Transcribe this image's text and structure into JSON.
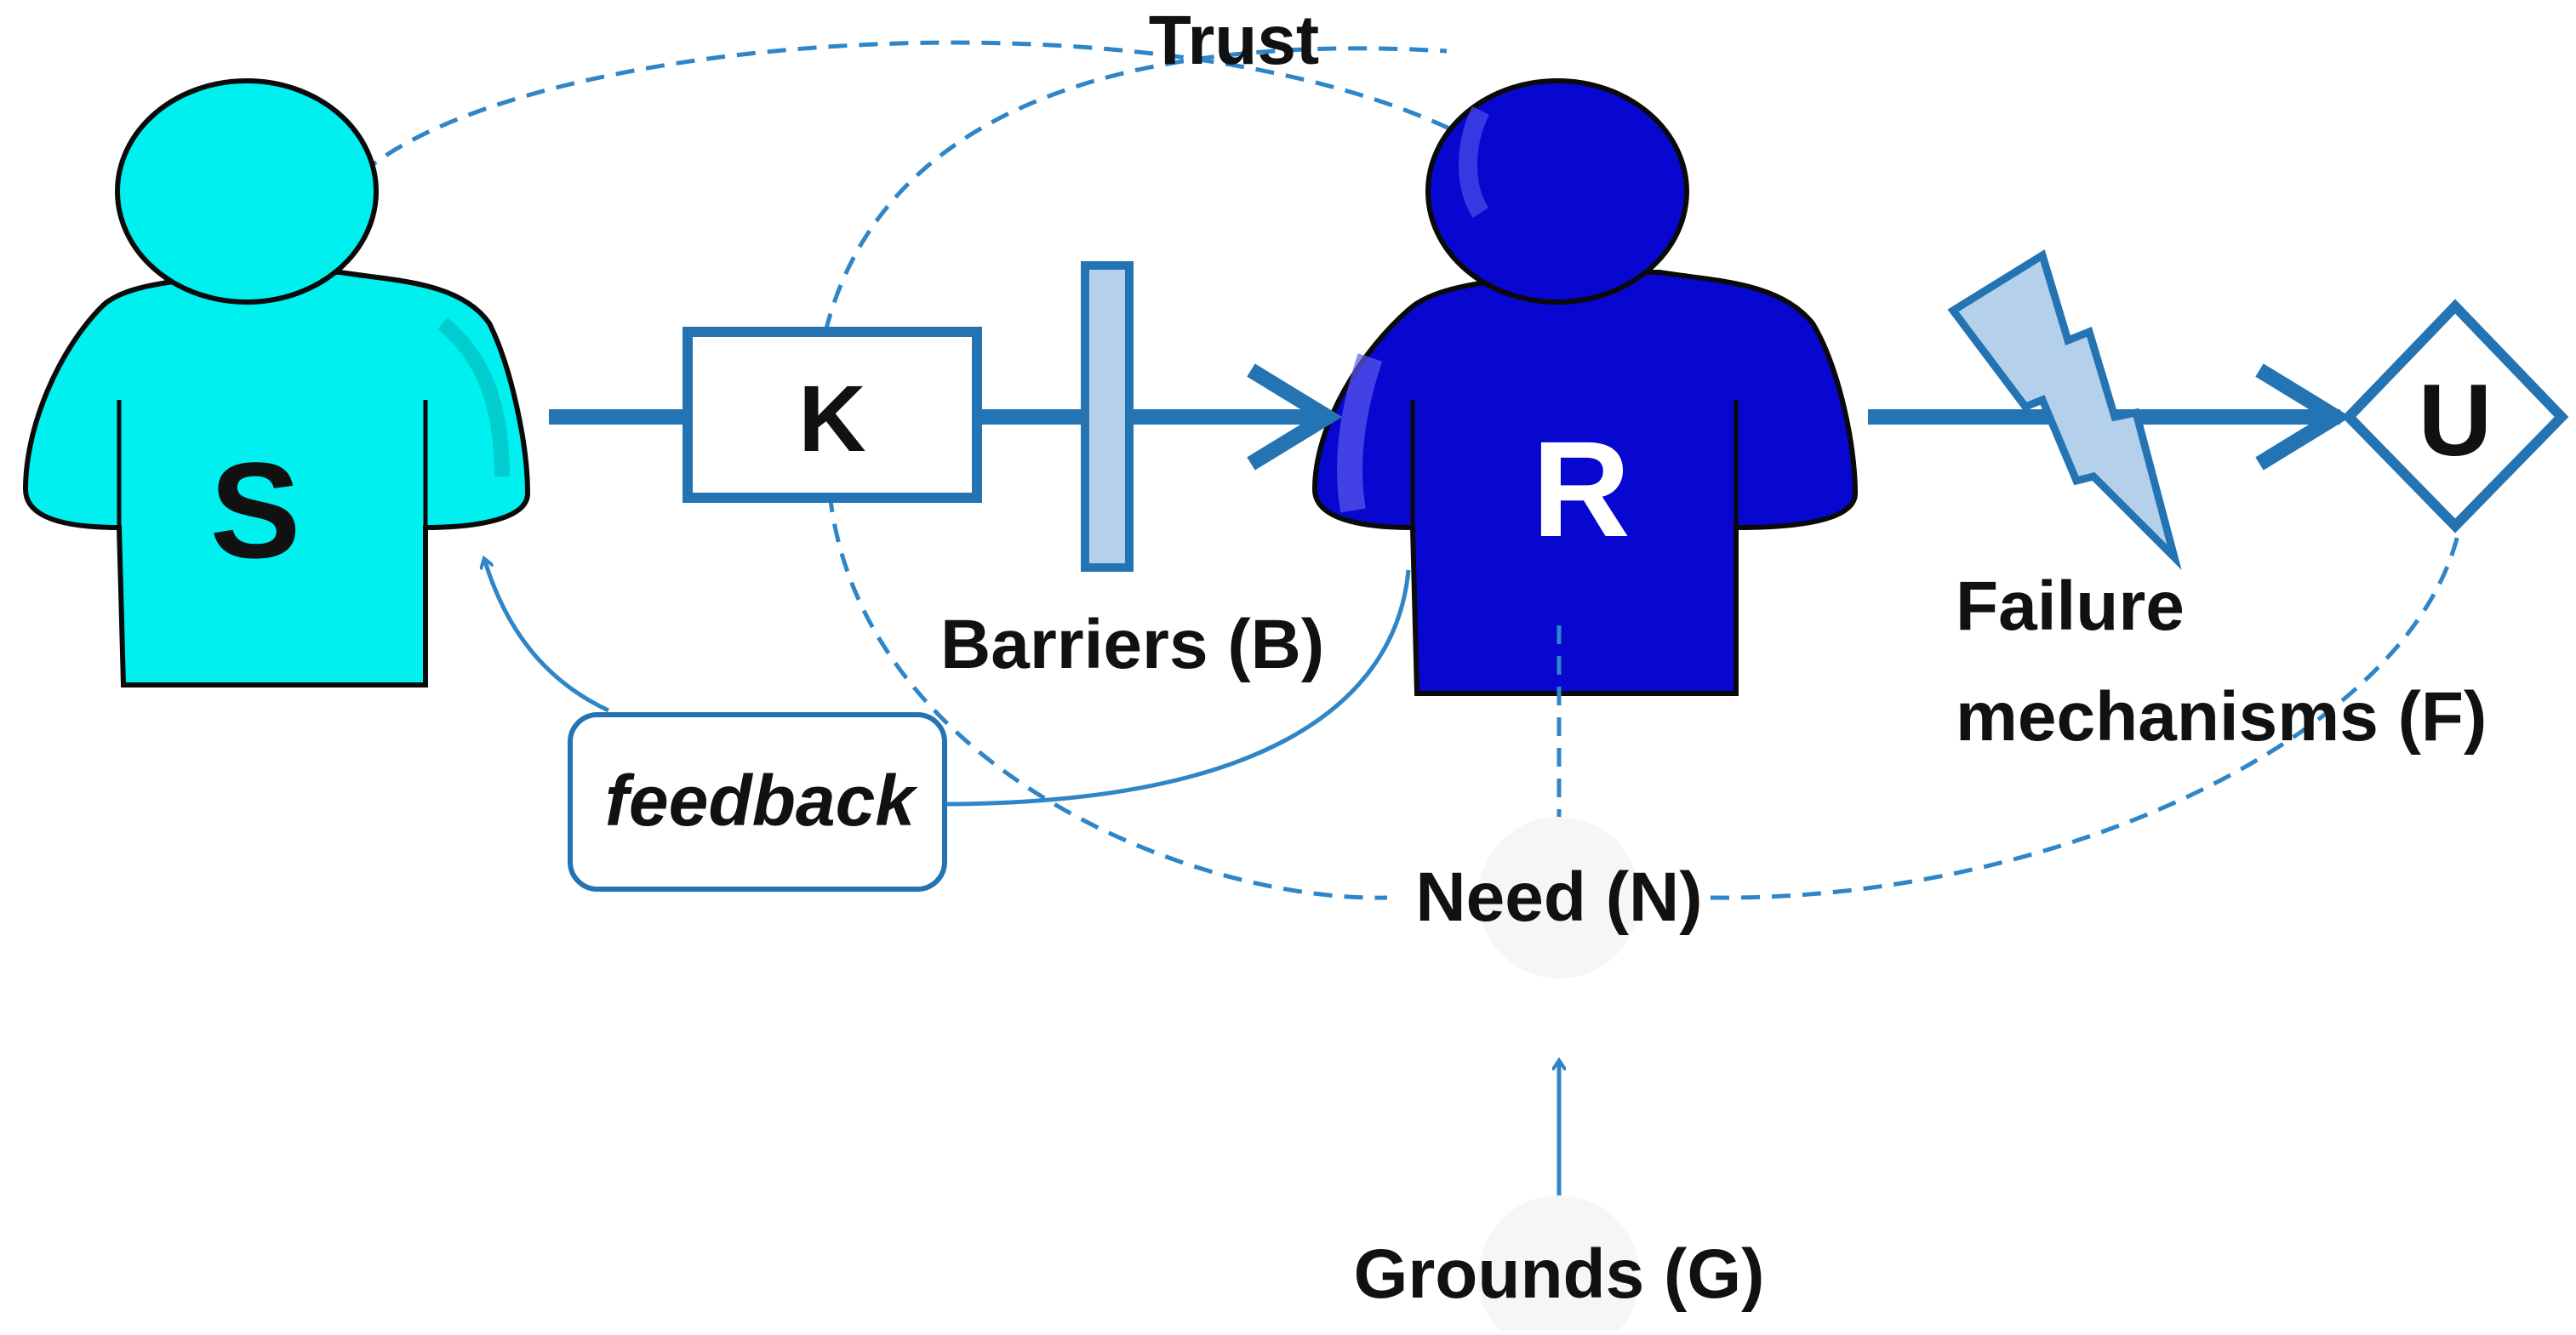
{
  "diagram": {
    "sender_label": "S",
    "receiver_label": "R",
    "knowledge_label": "K",
    "use_label": "U",
    "trust_label": "Trust",
    "barriers_label": "Barriers (B)",
    "failure_label_line1": "Failure",
    "failure_label_line2": "mechanisms (F)",
    "feedback_label": "feedback",
    "need_label": "Need (N)",
    "grounds_label": "Grounds (G)"
  },
  "colors": {
    "sender": "#00f0ef",
    "receiver": "#0707d0",
    "flow": "#2474b4",
    "dashed": "#2e86c8",
    "light_fill": "#b4d0ea",
    "outline": "#0a0a0a"
  }
}
